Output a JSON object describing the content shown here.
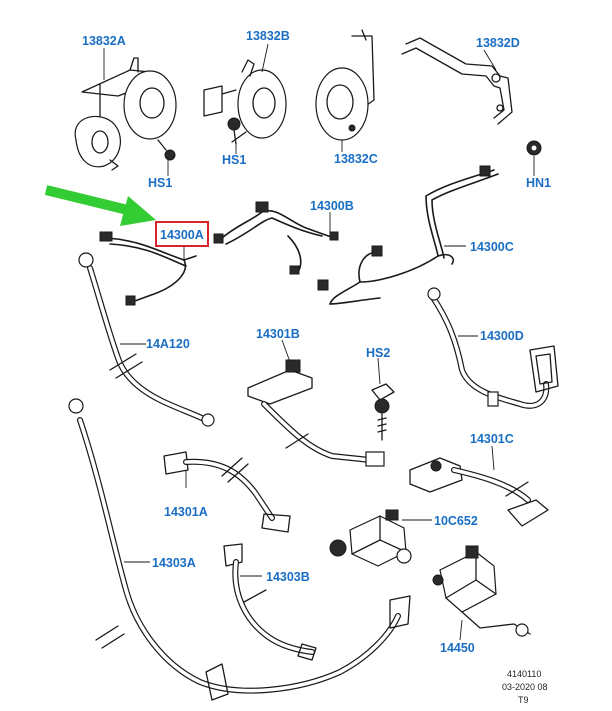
{
  "colors": {
    "label": "#1a6fc4",
    "highlight": "#d9232a",
    "arrow": "#33cc33",
    "line": "#1a1a1a"
  },
  "labels": {
    "l13832A": "13832A",
    "l13832B": "13832B",
    "l13832D": "13832D",
    "l13832C": "13832C",
    "lHS1a": "HS1",
    "lHS1b": "HS1",
    "lHN1": "HN1",
    "l14300A": "14300A",
    "l14300B": "14300B",
    "l14300C": "14300C",
    "l14300D": "14300D",
    "l14A120": "14A120",
    "l14301B": "14301B",
    "lHS2": "HS2",
    "l14301C": "14301C",
    "l14301A": "14301A",
    "l10C652": "10C652",
    "l14303A": "14303A",
    "l14303B": "14303B",
    "l14450": "14450"
  },
  "highlighted_label": "14300A",
  "meta": {
    "code": "4140110",
    "date": "03-2020 08",
    "revision": "T9"
  }
}
